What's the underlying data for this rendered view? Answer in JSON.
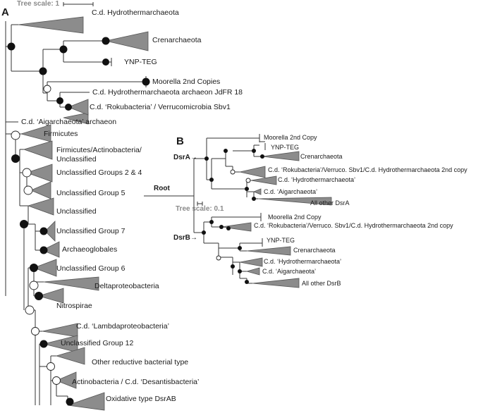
{
  "panel_a": {
    "label": "A",
    "tree_scale": "Tree scale: 1",
    "taxa": [
      "C.d. Hydrothermarchaeota",
      "Crenarchaeota",
      "YNP-TEG",
      "Moorella 2nd Copies",
      "C.d. Hydrothermarchaeota archaeon JdFR 18",
      "C.d. ‘Rokubacteria’ / Verrucomicrobia Sbv1",
      "C.d. ‘Aigarchaeota’ archaeon",
      "Firmicutes",
      "Firmicutes/Actinobacteria/",
      "Unclassified",
      "Unclassified Groups 2 & 4",
      "Unclassified Group 5",
      "Unclassified",
      "Unclassified Group 7",
      "Archaeoglobales",
      "Unclassified Group 6",
      "Deltaproteobacteria",
      "Nitrospirae",
      "C.d. ‘Lambdaproteobacteria’",
      "Unclassified Group 12",
      "Other reductive bacterial type",
      "Actinobacteria / C.d. ‘Desantisbacteria’",
      "Oxidative type DsrAB"
    ]
  },
  "panel_b": {
    "label": "B",
    "root_label": "Root",
    "tree_scale": "Tree scale: 0.1",
    "dsra_label": "DsrA",
    "dsrb_label": "DsrB",
    "arrow_glyph": "→",
    "dsra_taxa": [
      "Moorella 2nd Copy",
      "YNP-TEG",
      "Crenarchaeota",
      "C.d. ‘Rokubacteria’/Verruco. Sbv1/C.d. Hydrothermarchaeota 2nd copy",
      "C.d. ‘Hydrothermarchaeota’",
      "C.d. ‘Aigarchaeota’",
      "All other DsrA"
    ],
    "dsrb_taxa": [
      "Moorella 2nd Copy",
      "C.d. ‘Rokubacteria’/Verruco. Sbv1/C.d. Hydrothermarchaeota 2nd copy",
      "YNP-TEG",
      "Crenarchaeota",
      "C.d. ‘Hydrothermarchaeota’",
      "C.d. ‘Aigarchaeota’",
      "All other DsrB"
    ]
  }
}
